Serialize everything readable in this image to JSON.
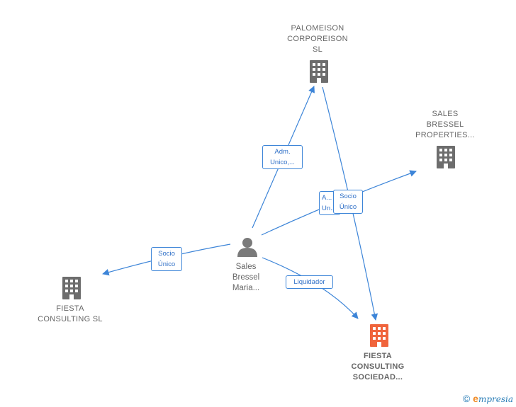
{
  "nodes": {
    "palomeison": {
      "label": "PALOMEISON\nCORPOREISON\nSL",
      "kind": "company",
      "color": "#6d6d6d"
    },
    "sales_properties": {
      "label": "SALES\nBRESSEL\nPROPERTIES...",
      "kind": "company",
      "color": "#6d6d6d"
    },
    "fiesta_sl": {
      "label": "FIESTA\nCONSULTING SL",
      "kind": "company",
      "color": "#6d6d6d"
    },
    "fiesta_sociedad": {
      "label": "FIESTA\nCONSULTING\nSOCIEDAD...",
      "kind": "company-focus",
      "color": "#f0643c"
    },
    "person": {
      "label": "Sales\nBressel\nMaria...",
      "kind": "person",
      "color": "#7a7a7a"
    }
  },
  "edges": {
    "adm": {
      "label": "Adm.\nUnico,..."
    },
    "socio_hidden": {
      "label": "A...\nUn..."
    },
    "socio_properties": {
      "label": "Socio\nÚnico"
    },
    "socio_fiesta_sl": {
      "label": "Socio\nÚnico"
    },
    "liquidador": {
      "label": "Liquidador"
    }
  },
  "colors": {
    "edge": "#3d85d8"
  },
  "footer": {
    "copyright": "©",
    "brand": "mpresia",
    "brand_initial": "e"
  }
}
